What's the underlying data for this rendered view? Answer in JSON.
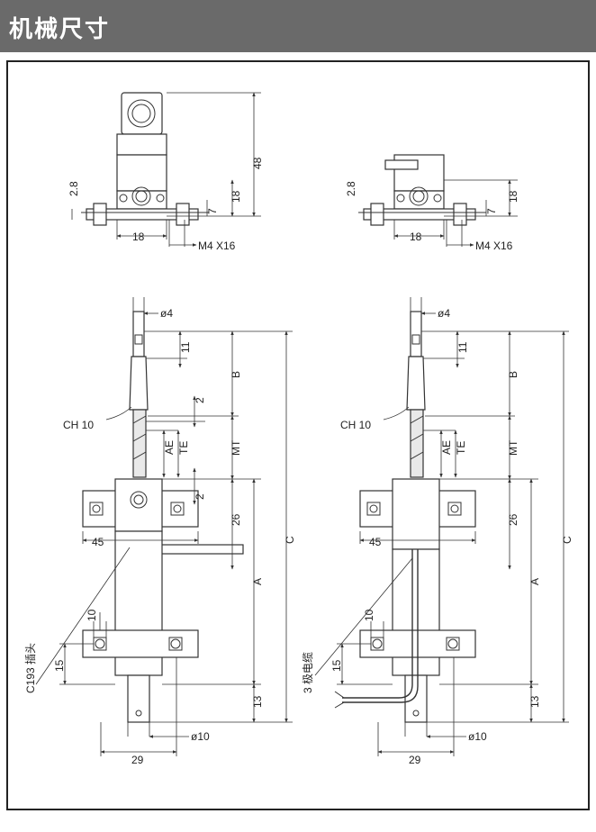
{
  "header": {
    "title": "机械尺寸"
  },
  "top_left": {
    "d_28": "2.8",
    "d_18_h": "18",
    "d_48": "48",
    "d_18_v": "18",
    "d_7": "7",
    "screw": "M4 X16"
  },
  "top_right": {
    "d_28": "2.8",
    "d_18_h": "18",
    "d_18_v": "18",
    "d_7": "7",
    "screw": "M4 X16"
  },
  "left": {
    "d_phi4": "ø4",
    "d_11": "11",
    "d_b": "B",
    "d_2a": "2",
    "d_ch": "CH 10",
    "d_ae": "AE",
    "d_te": "TE",
    "d_mt": "MT",
    "d_2b": "2",
    "d_26": "26",
    "d_45": "45",
    "d_c": "C",
    "d_a": "A",
    "d_10": "10",
    "d_15": "15",
    "d_13": "13",
    "d_phi10": "ø10",
    "d_29": "29",
    "connector": "C193 插头"
  },
  "right": {
    "d_phi4": "ø4",
    "d_11": "11",
    "d_b": "B",
    "d_ch": "CH 10",
    "d_ae": "AE",
    "d_te": "TE",
    "d_mt": "MT",
    "d_26": "26",
    "d_45": "45",
    "d_c": "C",
    "d_a": "A",
    "d_10": "10",
    "d_15": "15",
    "d_13": "13",
    "d_phi10": "ø10",
    "d_29": "29",
    "cable": "3 极电缆"
  }
}
